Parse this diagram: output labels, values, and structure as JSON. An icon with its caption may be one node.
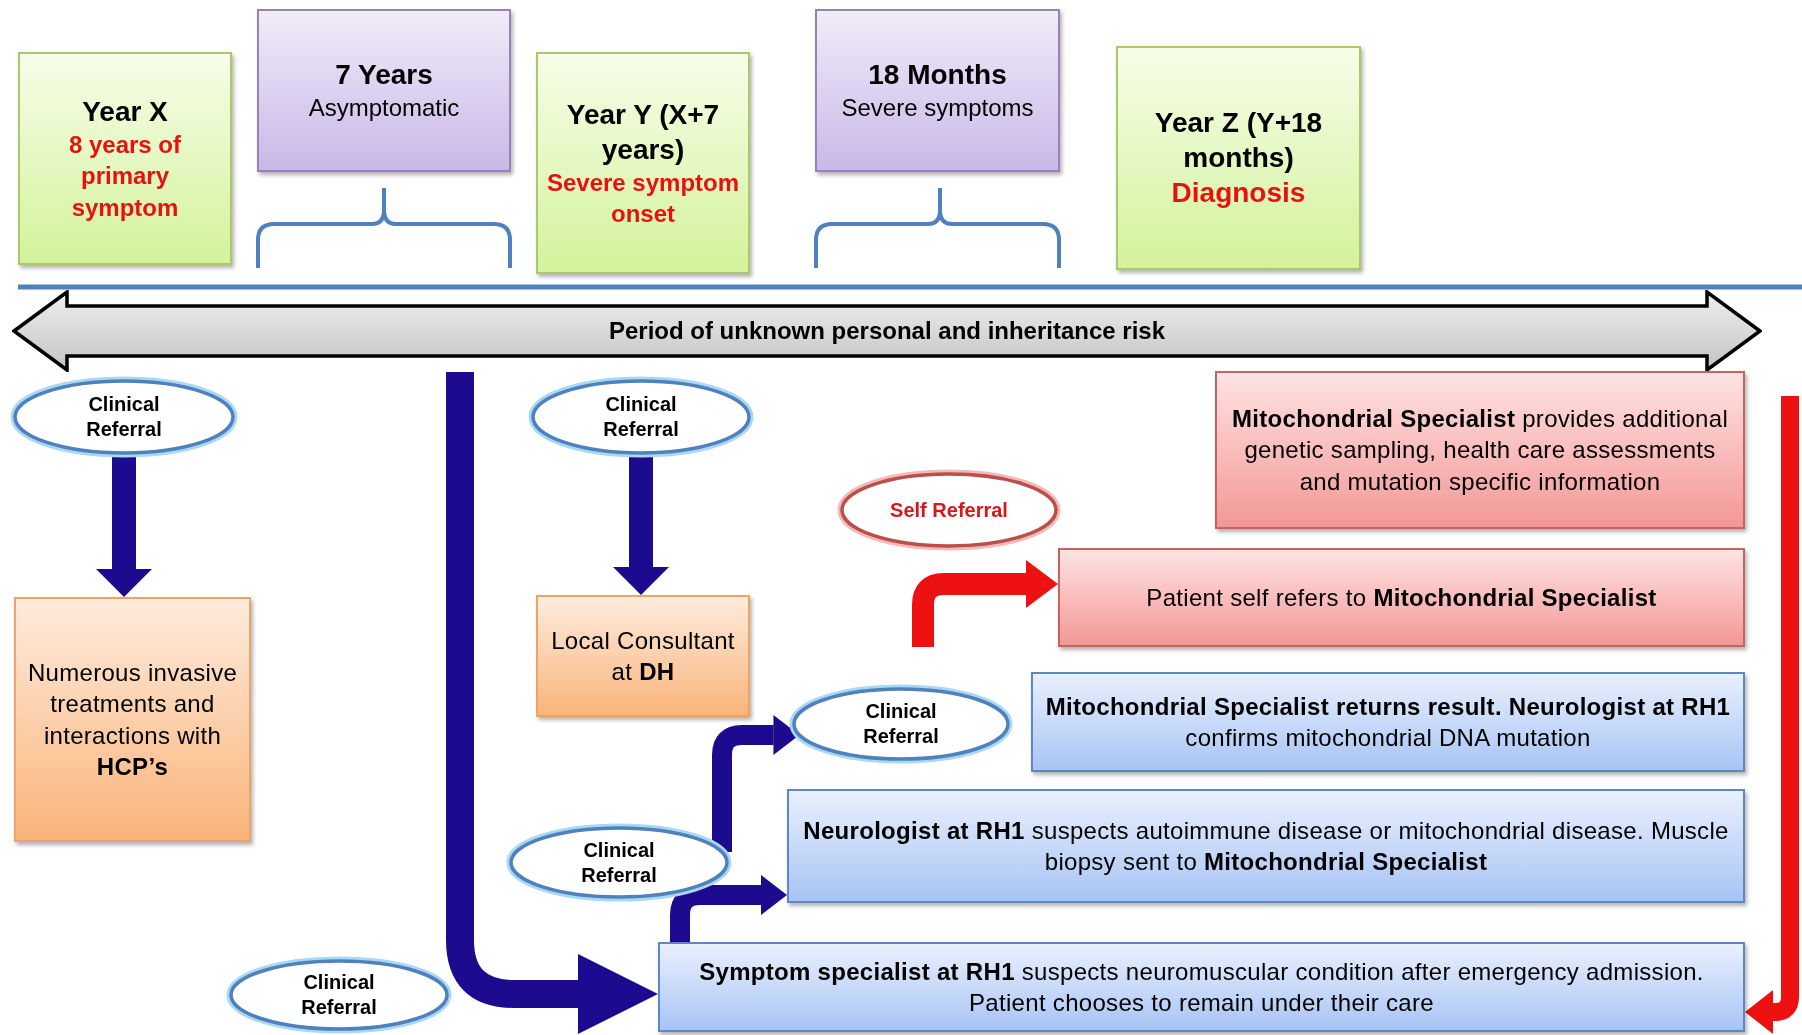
{
  "diagram": {
    "nodes": [
      {
        "text": [
          "Year X",
          "8 years of primary symptom"
        ]
      },
      {
        "text": [
          "7 Years",
          "Asymptomatic"
        ]
      },
      {
        "text": [
          "Year Y (X+7 years)",
          "Severe symptom onset"
        ]
      },
      {
        "text": [
          "18 Months",
          "Severe symptoms"
        ]
      },
      {
        "text": [
          "Year Z (Y+18 months)",
          "Diagnosis"
        ]
      },
      {
        "text": [
          "Period of unknown personal and inheritance risk"
        ]
      },
      {
        "text": [
          "Clinical Referral"
        ]
      },
      {
        "text": [
          "Numerous invasive treatments and interactions with **HCP’s**"
        ]
      },
      {
        "text": [
          "Clinical Referral"
        ]
      },
      {
        "text": [
          "Local Consultant at **DH**"
        ]
      },
      {
        "text": [
          "Self Referral"
        ]
      },
      {
        "text": [
          "**Mitochondrial Specialist** provides additional genetic sampling, health care assessments and mutation specific information"
        ]
      },
      {
        "text": [
          "Patient self refers to **Mitochondrial Specialist**"
        ]
      },
      {
        "text": [
          "Clinical Referral"
        ]
      },
      {
        "text": [
          "**Mitochondrial Specialist returns result. Neurologist at RH1** confirms mitochondrial DNA mutation"
        ]
      },
      {
        "text": [
          "**Neurologist at RH1** suspects autoimmune disease or mitochondrial disease. Muscle biopsy sent to **Mitochondrial Specialist**"
        ]
      },
      {
        "text": [
          "Clinical Referral"
        ]
      },
      {
        "text": [
          "**Symptom specialist at RH1** suspects neuromuscular condition after emergency admission. Patient chooses to remain under their care"
        ]
      },
      {
        "text": [
          "Clinical Referral"
        ]
      }
    ],
    "edges": [
      {
        "from": 6,
        "to": 7,
        "arrow": "to"
      },
      {
        "from": 8,
        "to": 9,
        "arrow": "to"
      },
      {
        "from": 5,
        "to": 17,
        "arrow": "to"
      },
      {
        "from": 17,
        "to": 15,
        "arrow": "to"
      },
      {
        "from": 16,
        "to": 13,
        "arrow": "to"
      },
      {
        "from": null,
        "to": 12,
        "arrow": "to",
        "color": "#ee1111"
      },
      {
        "from": null,
        "to": 17,
        "arrow": "to",
        "color": "#ee1111"
      }
    ]
  }
}
